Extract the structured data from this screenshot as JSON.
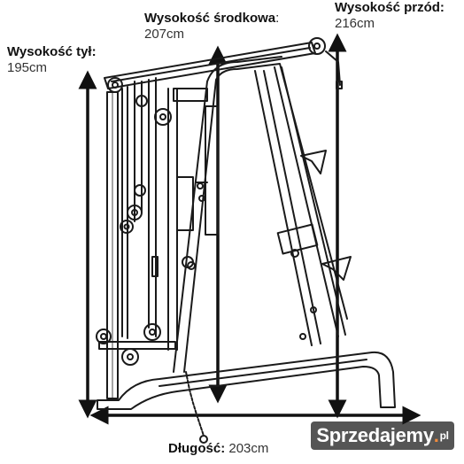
{
  "labels": {
    "rear_height": {
      "name": "Wysokość tył",
      "sep": ":",
      "value": "195cm"
    },
    "middle_height": {
      "name": "Wysokość środkowa",
      "sep": ":",
      "value": "207cm"
    },
    "front_height": {
      "name": "Wysokość przód",
      "sep": ":",
      "value": "216cm"
    },
    "length": {
      "name": "Długość",
      "sep": ":",
      "value": "203cm"
    }
  },
  "watermark": {
    "brand": "Sprzedajemy",
    "dot": ".",
    "tld": "pl"
  },
  "colors": {
    "line": "#1a1a1a",
    "arrow": "#111111",
    "watermark_bg": "#222222"
  }
}
